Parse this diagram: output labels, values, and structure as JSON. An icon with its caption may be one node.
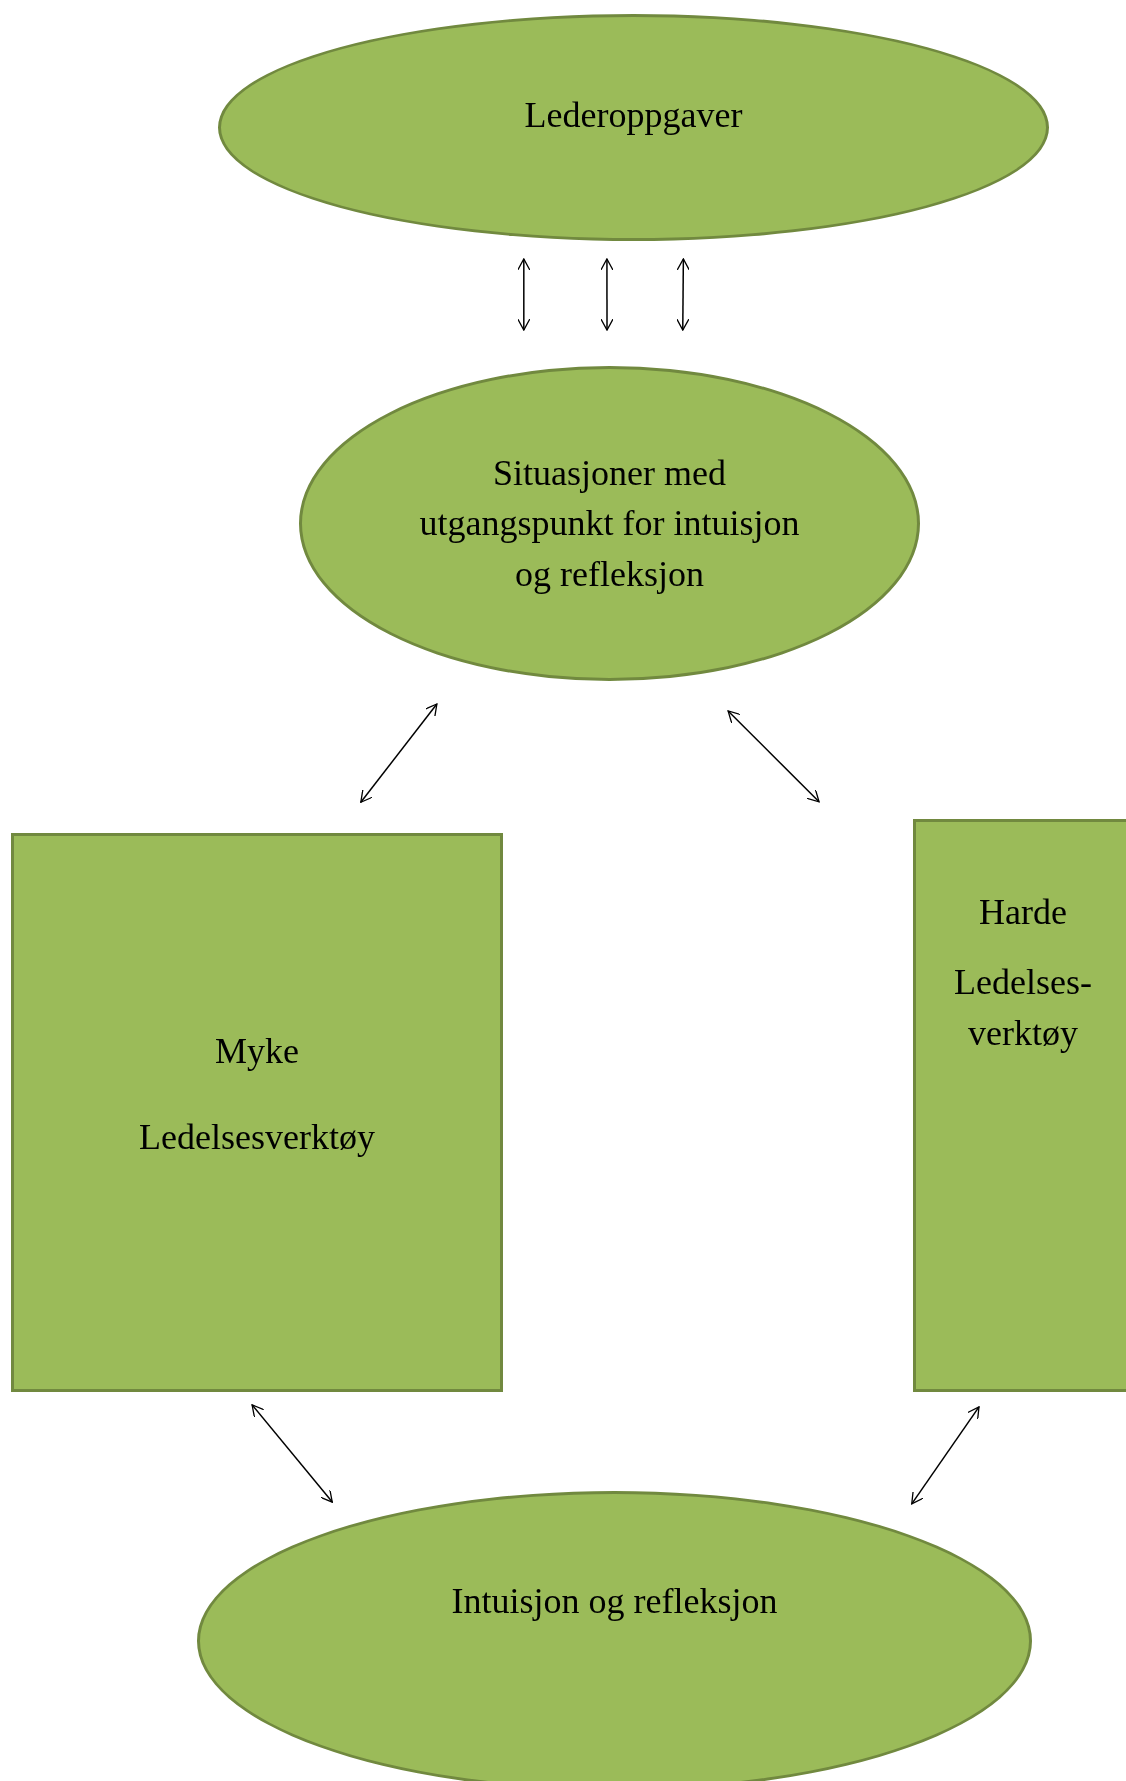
{
  "diagram": {
    "nodes": [
      {
        "text": [
          "Lederoppgaver"
        ]
      },
      {
        "text": [
          "Situasjoner med utgangspunkt for intuisjon og refleksjon"
        ]
      },
      {
        "text": [
          "Myke",
          "Ledelsesverktøy"
        ]
      },
      {
        "text": [
          "Harde",
          "Ledelses- verktøy"
        ]
      },
      {
        "text": [
          "Intuisjon og refleksjon"
        ]
      }
    ],
    "edges": [
      {
        "from": 0,
        "to": 1,
        "arrow": "both"
      },
      {
        "from": 0,
        "to": 1,
        "arrow": "both"
      },
      {
        "from": 0,
        "to": 1,
        "arrow": "both"
      },
      {
        "from": 1,
        "to": 2,
        "arrow": "both"
      },
      {
        "from": 1,
        "to": 3,
        "arrow": "both"
      },
      {
        "from": 2,
        "to": 4,
        "arrow": "both"
      },
      {
        "from": 3,
        "to": 4,
        "arrow": "both"
      }
    ]
  }
}
